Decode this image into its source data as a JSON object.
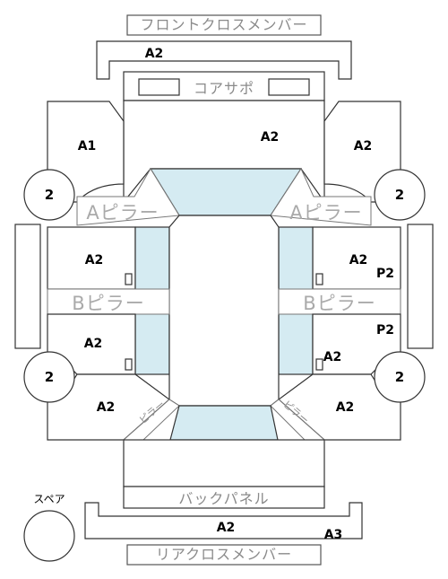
{
  "members": {
    "front_cross": "フロントクロスメンバー",
    "core_support": "コアサポ",
    "back_panel": "バックパネル",
    "rear_cross": "リアクロスメンバー",
    "a_pillar": "Aピラー",
    "b_pillar": "Bピラー",
    "c_pillar": "ピラー"
  },
  "parts": {
    "front_bumper": "A2",
    "hood": "A2",
    "front_fender_left": "A1",
    "front_fender_right": "A2",
    "front_door_left": "A2",
    "front_door_right": "A2",
    "rear_door_left": "A2",
    "rear_door_right": "A2",
    "quarter_left": "A2",
    "quarter_right": "A2",
    "rear_bumper": "A2",
    "rear_bumper_extra": "A3",
    "paint_front_door_right": "P2",
    "paint_rear_door_right": "P2"
  },
  "wheels": {
    "front_left": "2",
    "front_right": "2",
    "rear_left": "2",
    "rear_right": "2"
  },
  "spare": {
    "label": "スペア"
  }
}
